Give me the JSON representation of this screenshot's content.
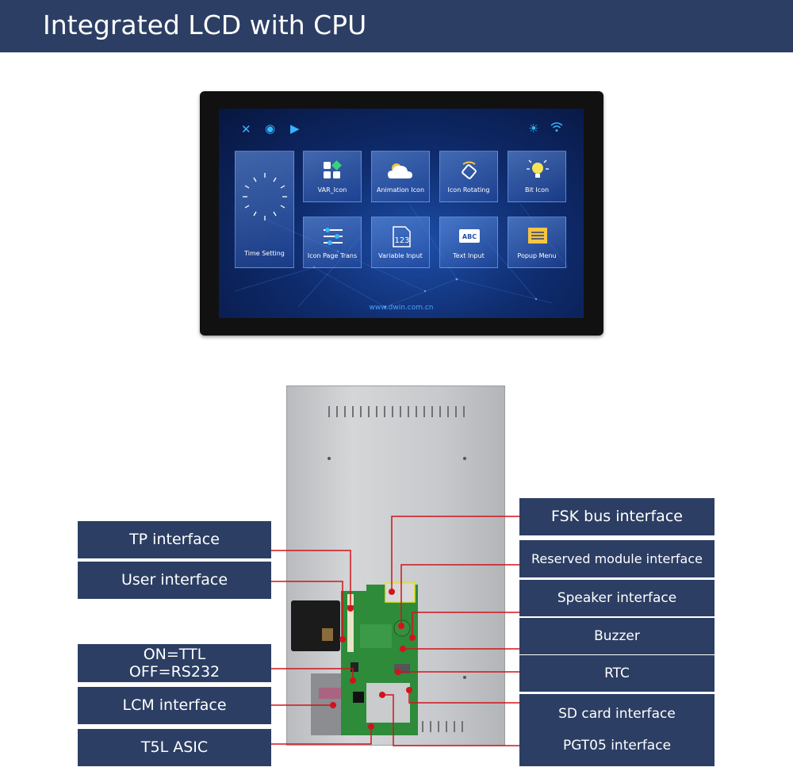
{
  "header": {
    "title": "Integrated LCD with CPU"
  },
  "screen": {
    "tiles": [
      {
        "label": "Time Setting"
      },
      {
        "label": "VAR_Icon"
      },
      {
        "label": "Animation Icon"
      },
      {
        "label": "Icon Rotating"
      },
      {
        "label": "Bit Icon"
      },
      {
        "label": "Icon Page Trans"
      },
      {
        "label": "Variable Input"
      },
      {
        "label": "Text Input"
      },
      {
        "label": "Popup Menu"
      }
    ],
    "url": "www.dwin.com.cn",
    "tile_icons": {
      "variable_input": "123",
      "text_input": "ABC"
    },
    "top_icons": [
      "tools-icon",
      "camera-icon",
      "play-icon",
      "brightness-icon",
      "wifi-icon"
    ]
  },
  "left_labels": {
    "tp": "TP interface",
    "user": "User interface",
    "ttl_line1": "ON=TTL",
    "ttl_line2": "OFF=RS232",
    "lcm": "LCM interface",
    "asic": "T5L ASIC"
  },
  "right_labels": {
    "fsk": "FSK bus interface",
    "reserved": "Reserved module interface",
    "speaker": "Speaker interface",
    "buzzer": "Buzzer",
    "rtc": "RTC",
    "sd": "SD card interface",
    "pgt": "PGT05 interface"
  },
  "colors": {
    "label_bg": "#2c3e63",
    "pointer": "#d0141c",
    "pcb": "#2e8b3a",
    "accent": "#35b7ff"
  }
}
